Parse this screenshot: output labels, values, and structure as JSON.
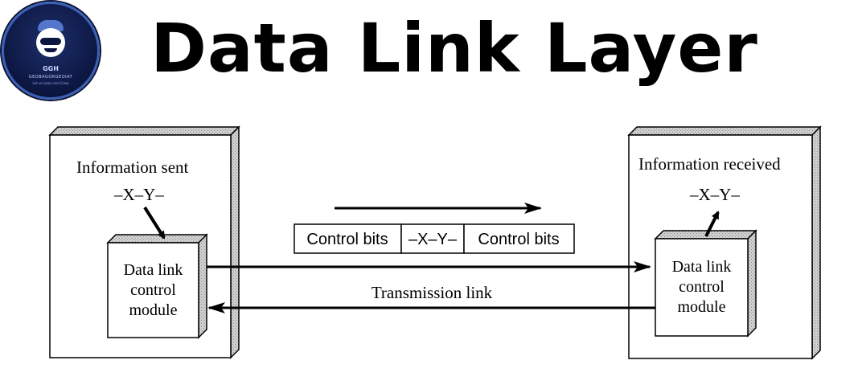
{
  "page": {
    "title": "Data Link Layer"
  },
  "logo": {
    "line1": "GGH",
    "line2": "GEOBAGORGEDIAT",
    "line3": "Let us Learn and Grow"
  },
  "diagram": {
    "sender": {
      "heading": "Information sent",
      "data": "–X–Y–",
      "module": [
        "Data link",
        "control",
        "module"
      ]
    },
    "receiver": {
      "heading": "Information received",
      "data": "–X–Y–",
      "module": [
        "Data link",
        "control",
        "module"
      ]
    },
    "frame": {
      "segments": [
        "Control bits",
        "–X–Y–",
        "Control bits"
      ]
    },
    "link_label": "Transmission link"
  }
}
